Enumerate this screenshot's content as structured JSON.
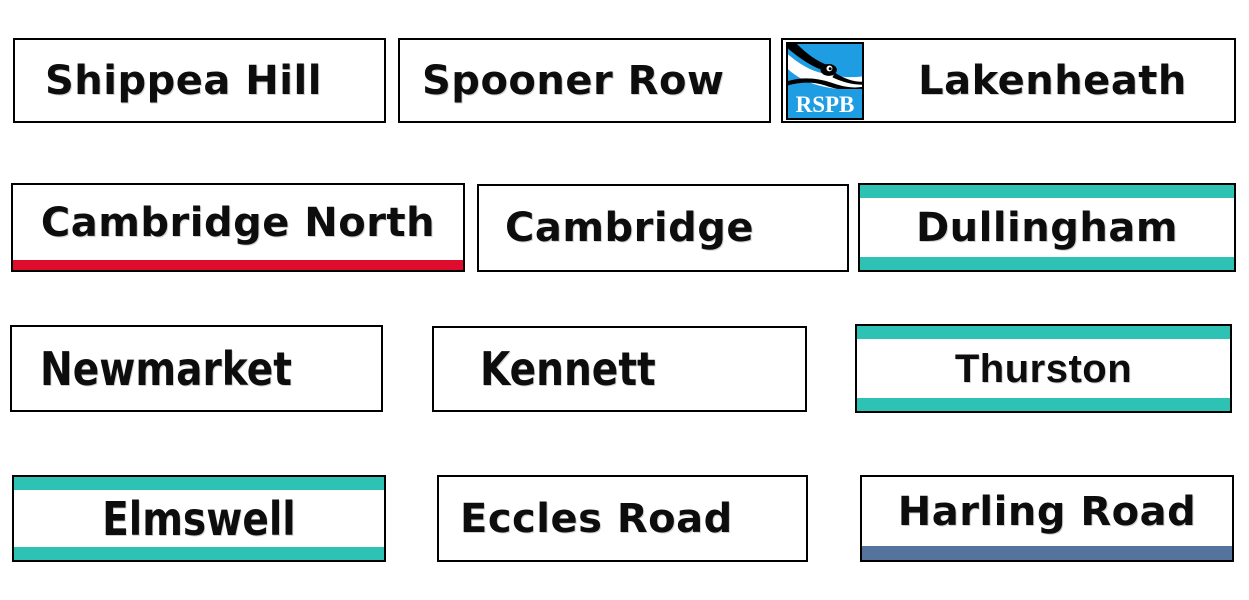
{
  "colors": {
    "teal": "#2EC2B5",
    "red": "#DE0D2E",
    "slate": "#54749E",
    "rspb_blue": "#1F9DE2",
    "border": "#000000",
    "text": "#0d0d0d",
    "background": "#ffffff"
  },
  "rspb_logo": {
    "text": "RSPB",
    "description": "blue square logo with black avocet bird silhouette"
  },
  "stations": [
    {
      "name": "Shippea Hill",
      "stripe": "none"
    },
    {
      "name": "Spooner Row",
      "stripe": "none"
    },
    {
      "name": "Lakenheath",
      "stripe": "none",
      "logo": "RSPB"
    },
    {
      "name": "Cambridge North",
      "stripe": "red-bottom"
    },
    {
      "name": "Cambridge",
      "stripe": "none"
    },
    {
      "name": "Dullingham",
      "stripe": "teal-top-bottom"
    },
    {
      "name": "Newmarket",
      "stripe": "none"
    },
    {
      "name": "Kennett",
      "stripe": "none"
    },
    {
      "name": "Thurston",
      "stripe": "teal-top-bottom"
    },
    {
      "name": "Elmswell",
      "stripe": "teal-top-bottom"
    },
    {
      "name": "Eccles Road",
      "stripe": "none"
    },
    {
      "name": "Harling Road",
      "stripe": "slate-bottom"
    }
  ]
}
